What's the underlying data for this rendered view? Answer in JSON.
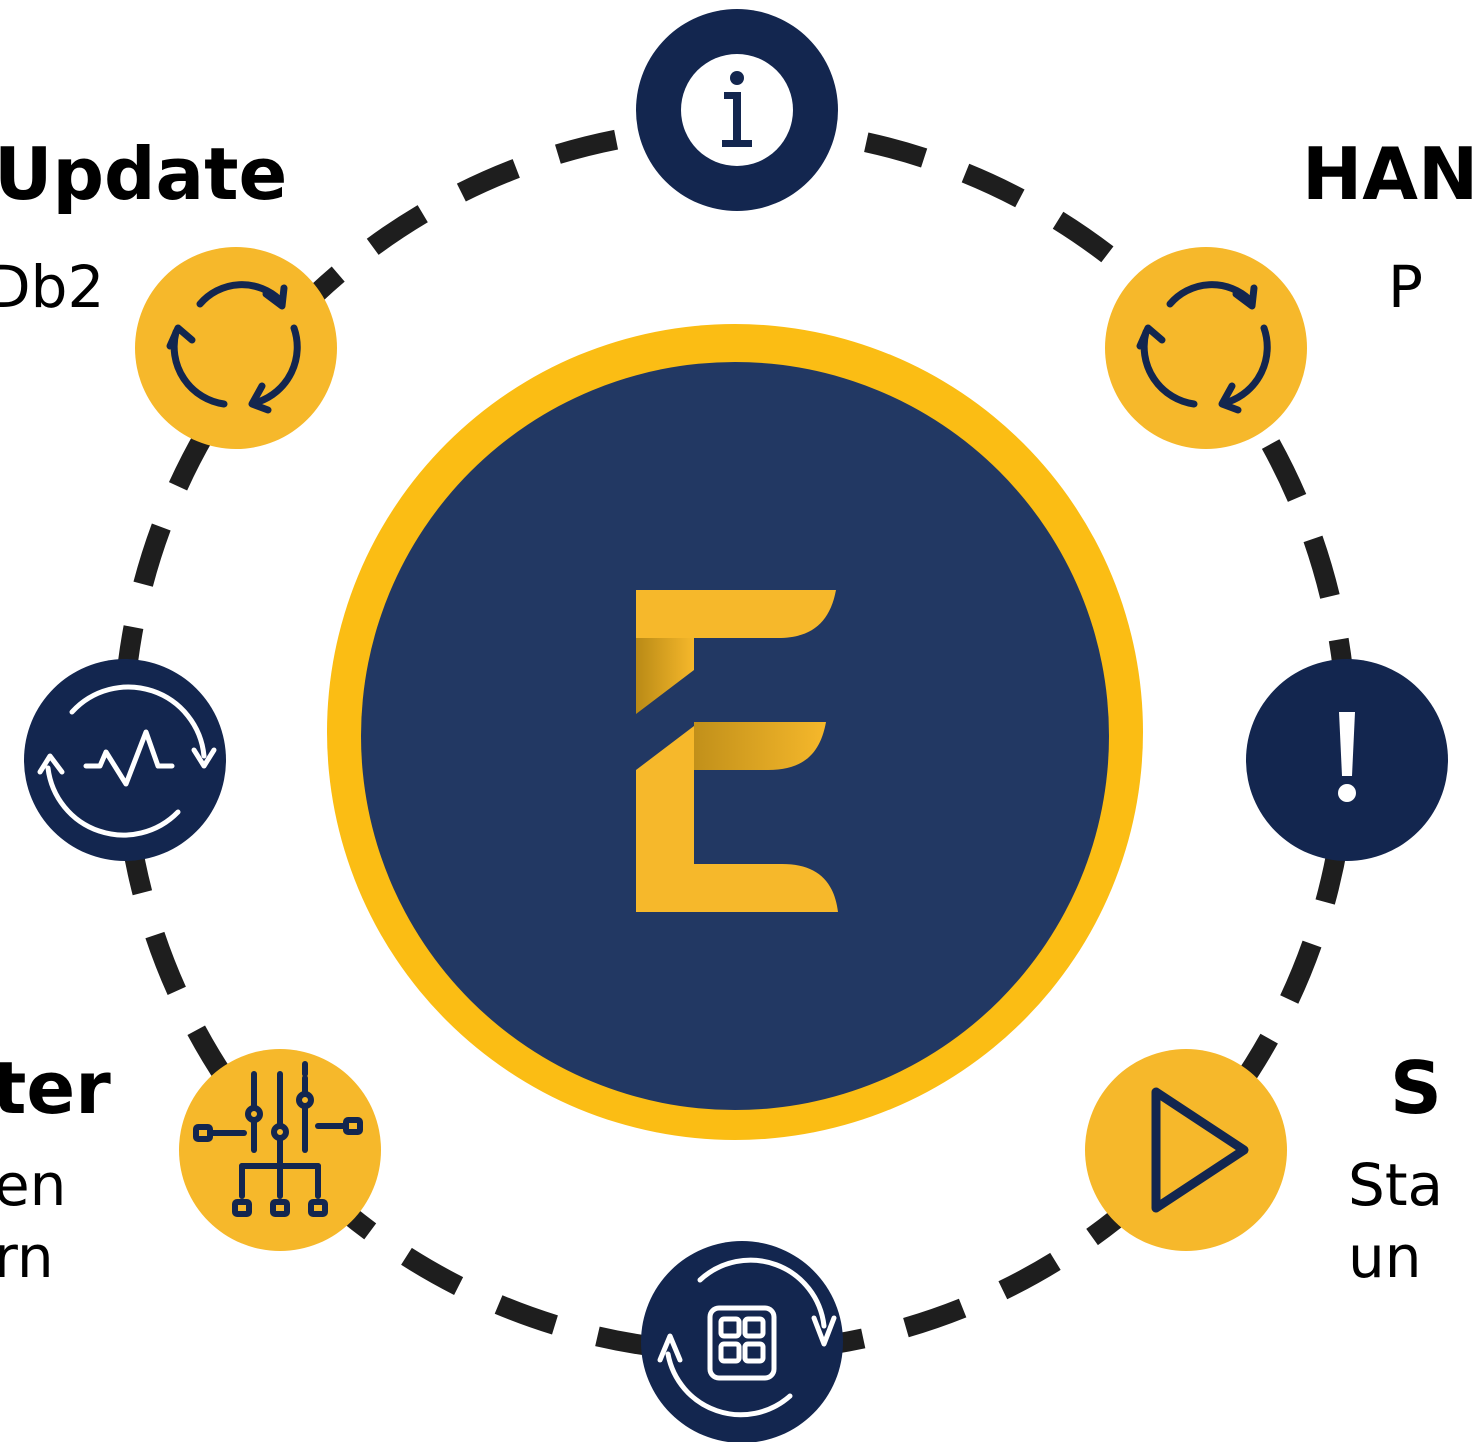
{
  "colors": {
    "navy": "#13264f",
    "center_navy": "#223863",
    "yellow": "#f6b82b",
    "ring_yellow": "#fbbd14",
    "dash": "#1e1e1e",
    "white": "#ffffff"
  },
  "labels": {
    "top_left_title": "Update",
    "top_left_sub": "Db2",
    "top_right_title": "HAN",
    "top_right_sub": "P",
    "bottom_left_title": "ter",
    "bottom_left_sub1": "en",
    "bottom_left_sub2": "rn",
    "bottom_right_title": "S",
    "bottom_right_sub1": "Sta",
    "bottom_right_sub2": "un"
  },
  "center_logo": "E",
  "nodes": [
    {
      "id": "info",
      "icon": "info-icon",
      "fill": "navy"
    },
    {
      "id": "refresh-right",
      "icon": "refresh-icon",
      "fill": "yellow"
    },
    {
      "id": "alert",
      "icon": "exclamation-icon",
      "fill": "navy"
    },
    {
      "id": "play",
      "icon": "play-icon",
      "fill": "yellow"
    },
    {
      "id": "apps-cycle",
      "icon": "grid-cycle-icon",
      "fill": "navy"
    },
    {
      "id": "settings",
      "icon": "sliders-icon",
      "fill": "yellow"
    },
    {
      "id": "monitor",
      "icon": "pulse-cycle-icon",
      "fill": "navy"
    },
    {
      "id": "refresh-left",
      "icon": "refresh-icon",
      "fill": "yellow"
    }
  ]
}
